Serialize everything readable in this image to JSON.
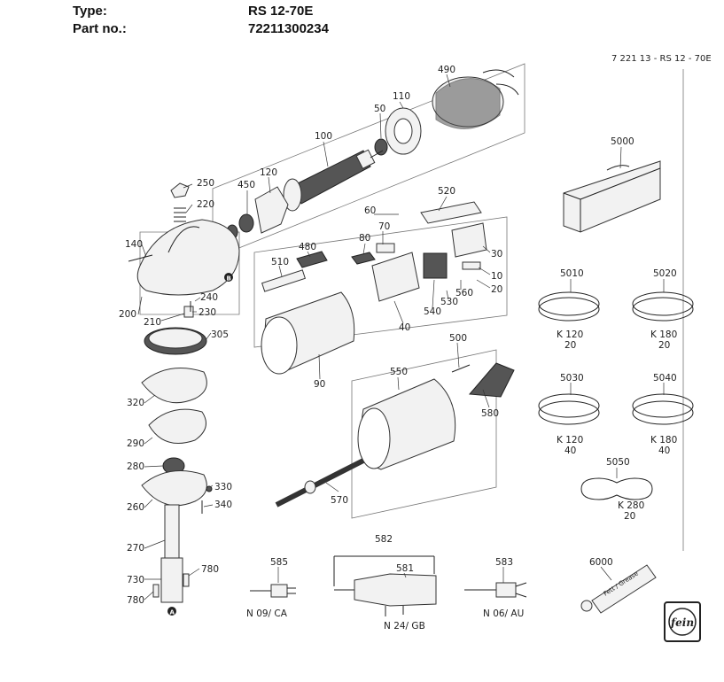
{
  "header": {
    "type_label": "Type:",
    "type_value": "RS 12-70E",
    "part_label": "Part no.:",
    "part_value": "72211300234"
  },
  "drawing_code": "7 221 13 - RS 12 - 70E",
  "marker_b": "B",
  "marker_a": "A",
  "callouts": {
    "c10": "10",
    "c20": "20",
    "c30": "30",
    "c40": "40",
    "c50": "50",
    "c60": "60",
    "c70": "70",
    "c80": "80",
    "c90": "90",
    "c100": "100",
    "c110": "110",
    "c120": "120",
    "c140": "140",
    "c200": "200",
    "c210": "210",
    "c220": "220",
    "c230": "230",
    "c240": "240",
    "c250": "250",
    "c260": "260",
    "c270": "270",
    "c280": "280",
    "c290": "290",
    "c305": "305",
    "c320": "320",
    "c330": "330",
    "c340": "340",
    "c450": "450",
    "c480": "480",
    "c490": "490",
    "c500": "500",
    "c510": "510",
    "c520": "520",
    "c530": "530",
    "c540": "540",
    "c550": "550",
    "c560": "560",
    "c570": "570",
    "c580": "580",
    "c581": "581",
    "c582": "582",
    "c583": "583",
    "c585": "585",
    "c730": "730",
    "c780a": "780",
    "c780b": "780",
    "c5000": "5000",
    "c6000": "6000"
  },
  "belts": [
    {
      "number": "5010",
      "grit": "K 120",
      "width": "20"
    },
    {
      "number": "5020",
      "grit": "K 180",
      "width": "20"
    },
    {
      "number": "5030",
      "grit": "K 120",
      "width": "40"
    },
    {
      "number": "5040",
      "grit": "K 180",
      "width": "40"
    },
    {
      "number": "5050",
      "grit": "K 280",
      "width": "20"
    }
  ],
  "plugs": {
    "p585": "N 09/ CA",
    "p581": "N 24/ GB",
    "p583": "N 06/ AU"
  },
  "grease_tube_text": "Fett / Grease",
  "logo_text": "fein"
}
